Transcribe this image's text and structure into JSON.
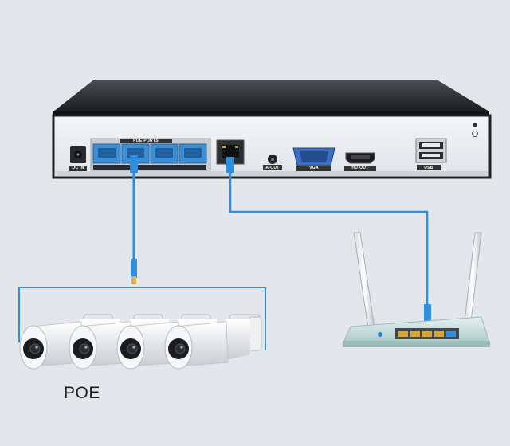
{
  "nvr": {
    "poe_ports_label": "POE PORTS",
    "dc_in_label": "DC IN",
    "audio_out_label": "A-OUT",
    "vga_label": "VGA",
    "hdmi_label": "HD-OUT",
    "usb_label": "USB"
  },
  "cameras": {
    "caption": "POE",
    "count": 4
  },
  "colors": {
    "background": "#e3e6ea",
    "chassis_top": "#2b2d31",
    "chassis_panel": "#e9edf2",
    "cable": "#2f8fdc",
    "poe_ports": "#3b8fd6",
    "router_body": "#cfe1e1"
  }
}
